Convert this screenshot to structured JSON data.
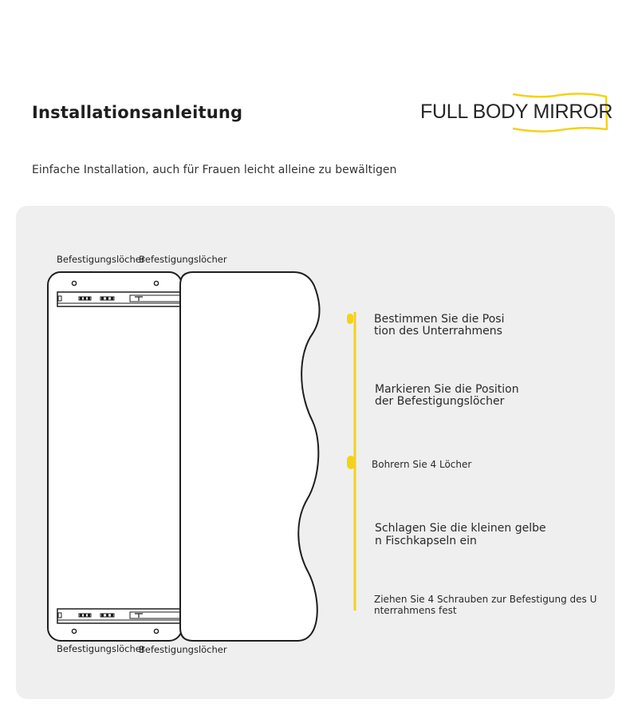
{
  "header": {
    "title": "Installationsanleitung",
    "brand": "FULL BODY MIRROR",
    "subtitle": "Einfache Installation, auch für Frauen leicht alleine zu bewältigen"
  },
  "diagram": {
    "hole_label": "Befestigungslöcher",
    "steps": [
      {
        "line1": "Bestimmen Sie die Posi",
        "line2": "tion des Unterrahmens"
      },
      {
        "line1": "Markieren Sie die Position",
        "line2": "der Befestigungslöcher"
      },
      {
        "line1": "Bohrern Sie 4 Löcher"
      },
      {
        "line1": "Schlagen Sie die kleinen gelbe",
        "line2": "n Fischkapseln ein"
      },
      {
        "line1": "Ziehen Sie 4 Schrauben zur Befestigung des U",
        "line2": "nterrahmens fest"
      }
    ]
  },
  "colors": {
    "accent": "#f3d21c",
    "panel_bg": "#efefef",
    "outline": "#1e1e1e"
  }
}
